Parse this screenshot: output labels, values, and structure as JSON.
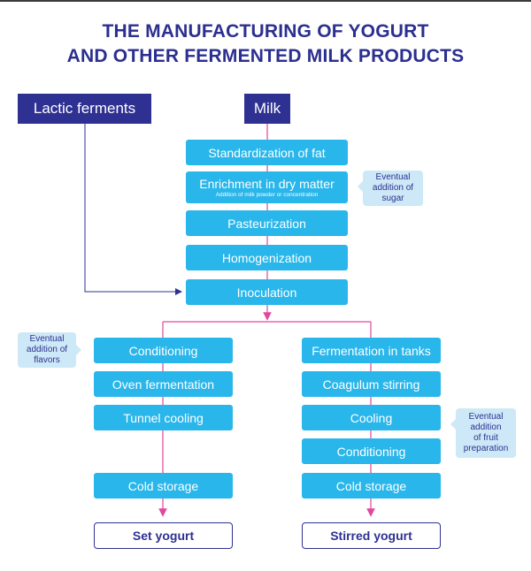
{
  "title": {
    "line1": "THE MANUFACTURING OF YOGURT",
    "line2": "AND OTHER FERMENTED MILK PRODUCTS"
  },
  "inputs": {
    "lactic_ferments": "Lactic ferments",
    "milk": "Milk"
  },
  "main_steps": {
    "standardization": "Standardization of fat",
    "enrichment": "Enrichment in dry matter",
    "enrichment_sub": "Addition of milk powder or concentration",
    "pasteurization": "Pasteurization",
    "homogenization": "Homogenization",
    "inoculation": "Inoculation"
  },
  "set_branch": {
    "conditioning": "Conditioning",
    "oven_fermentation": "Oven fermentation",
    "tunnel_cooling": "Tunnel cooling",
    "cold_storage": "Cold storage",
    "result": "Set yogurt"
  },
  "stirred_branch": {
    "fermentation_tanks": "Fermentation in tanks",
    "coagulum_stirring": "Coagulum stirring",
    "cooling": "Cooling",
    "conditioning": "Conditioning",
    "cold_storage": "Cold storage",
    "result": "Stirred yogurt"
  },
  "notes": {
    "sugar": "Eventual\naddition of\nsugar",
    "flavors": "Eventual\naddition of\nflavors",
    "fruit": "Eventual\naddition\nof fruit\npreparation"
  },
  "colors": {
    "navy": "#2e3192",
    "step_blue": "#29b6ea",
    "connector_pink": "#e0479e",
    "note_bg": "#cde8f6"
  }
}
